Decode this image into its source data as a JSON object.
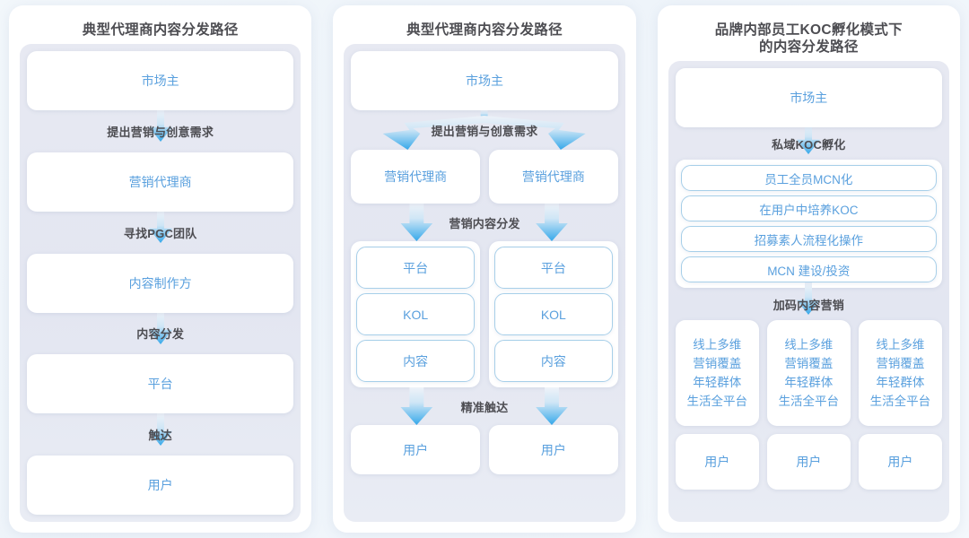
{
  "colors": {
    "node_text": "#5aa0de",
    "label_text": "#4d4d52",
    "arrow_blue": "#3fa9e8",
    "outline": "#a7cfe9",
    "panel_bg": "#ffffff",
    "inner_bg": "#e5e8f1",
    "page_bg": "#f2f7fb"
  },
  "panels": [
    {
      "title": "典型代理商内容分发路径",
      "nodes": [
        "市场主",
        "营销代理商",
        "内容制作方",
        "平台",
        "用户"
      ],
      "connectors": [
        "提出营销与创意需求",
        "寻找PGC团队",
        "内容分发",
        "触达"
      ]
    },
    {
      "title": "典型代理商内容分发路径",
      "top_node": "市场主",
      "branch_label": "提出营销与创意需求",
      "agencies": [
        "营销代理商",
        "营销代理商"
      ],
      "distribute_label": "营销内容分发",
      "stacks": [
        [
          "平台",
          "KOL",
          "内容"
        ],
        [
          "平台",
          "KOL",
          "内容"
        ]
      ],
      "reach_label": "精准触达",
      "users": [
        "用户",
        "用户"
      ]
    },
    {
      "title": "品牌内部员工KOC孵化模式下\n的内容分发路径",
      "top_node": "市场主",
      "incubate_label": "私域KOC孵化",
      "koc_items": [
        "员工全员MCN化",
        "在用户中培养KOC",
        "招募素人流程化操作",
        "MCN 建设/投资"
      ],
      "marketing_label": "加码内容营销",
      "coverage_cells": [
        [
          "线上多维",
          "营销覆盖",
          "年轻群体",
          "生活全平台"
        ],
        [
          "线上多维",
          "营销覆盖",
          "年轻群体",
          "生活全平台"
        ],
        [
          "线上多维",
          "营销覆盖",
          "年轻群体",
          "生活全平台"
        ]
      ],
      "users": [
        "用户",
        "用户",
        "用户"
      ]
    }
  ]
}
